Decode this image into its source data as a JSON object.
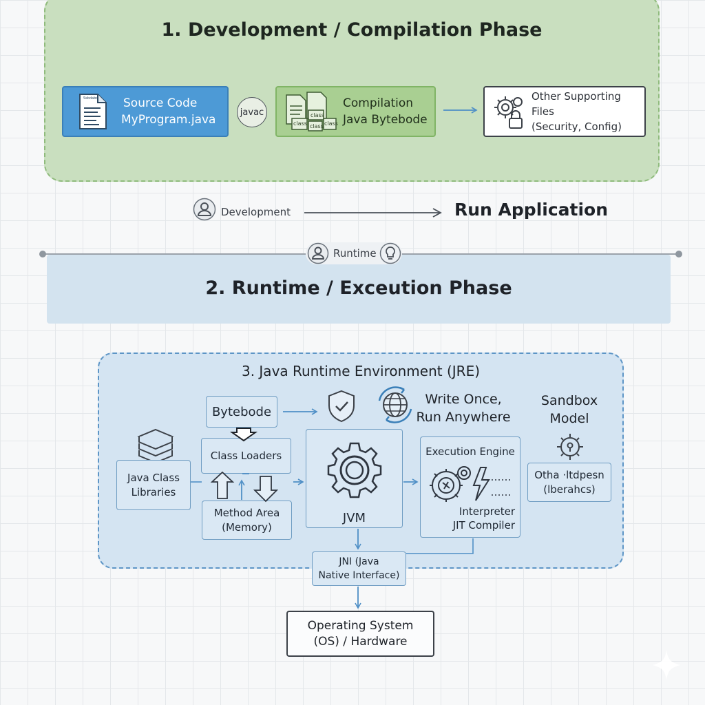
{
  "phase1": {
    "title": "1. Development / Compilation Phase",
    "source_code": {
      "line1": "Source Code",
      "line2": "MyProgram.java",
      "doc_header": "Ssbdabd"
    },
    "javac_label": "javac",
    "compilation": {
      "line1": "Compilation",
      "line2": "Java Bytebode",
      "file_tags": [
        "class",
        "class",
        "class",
        "class"
      ]
    },
    "supporting_files": {
      "line1": "Other Supporting Files",
      "line2": "(Security, Config)"
    }
  },
  "flow": {
    "development_label": "Development",
    "run_application": "Run Application"
  },
  "phase2": {
    "runtime_label": "Runtime",
    "title": "2. Runtime / Exceution Phase"
  },
  "jre": {
    "title": "3. Java Runtime Environment (JRE)",
    "bytecode": "Bytebode",
    "write_once": {
      "line1": "Write Once,",
      "line2": "Run Anywhere"
    },
    "sandbox": {
      "line1": "Sandbox",
      "line2": "Model"
    },
    "class_loaders": "Class Loaders",
    "java_class_libraries": {
      "line1": "Java Class",
      "line2": "Libraries"
    },
    "method_area": {
      "line1": "Method Area",
      "line2": "(Memory)"
    },
    "jvm": "JVM",
    "execution_engine": {
      "title": "Execution Engine",
      "line1": "Interpreter",
      "line2": "JIT Compiler"
    },
    "other_box": {
      "line1": "Otha ·ltdpesn",
      "line2": "(lberahcs)"
    },
    "jni": {
      "line1": "JNI (Java",
      "line2": "Native Interface)"
    }
  },
  "os": {
    "line1": "Operating System",
    "line2": "(OS) / Hardware"
  },
  "colors": {
    "phase1_bg": "#c9dfbf",
    "source_blue": "#4d9ad6",
    "compile_green": "#a9cf92",
    "runtime_band": "#d3e3ef",
    "jre_bg": "#d4e4f2",
    "jre_border": "#5d95c6"
  }
}
